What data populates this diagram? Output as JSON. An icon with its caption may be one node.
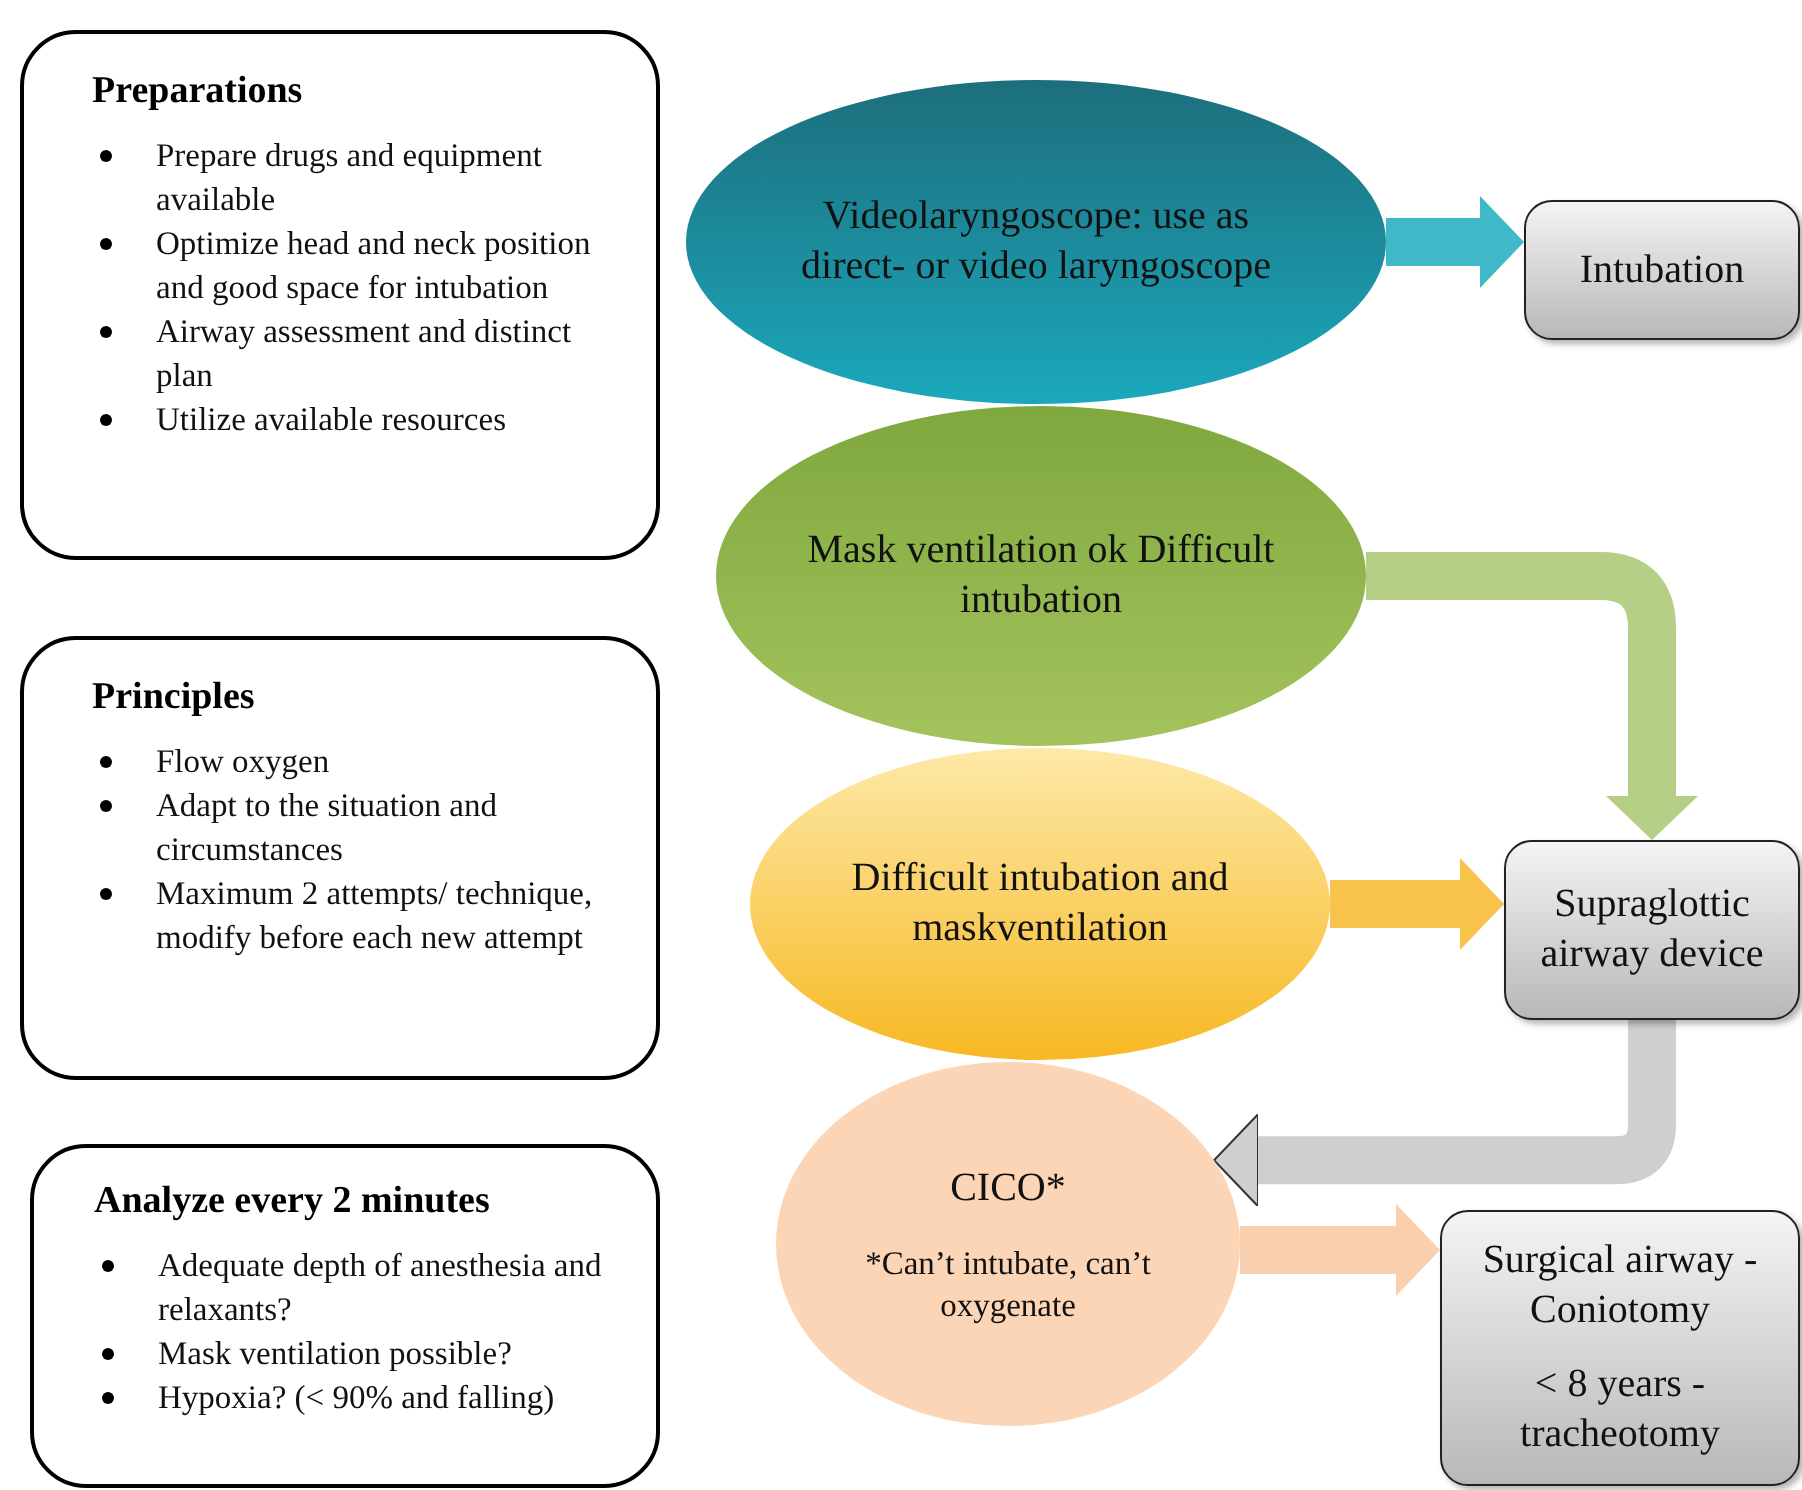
{
  "diagram": {
    "nodes": [
      {
        "text": [
          "Preparations",
          "Prepare drugs and equipment available",
          "Optimize head and neck position and good space for intubation",
          "Airway assessment and distinct plan",
          "Utilize available resources"
        ]
      },
      {
        "text": [
          "Principles",
          "Flow oxygen",
          "Adapt to the situation and circumstances",
          "Maximum 2 attempts/ technique, modify before each new attempt"
        ]
      },
      {
        "text": [
          "Analyze every 2 minutes",
          "Adequate depth of anesthesia and relaxants?",
          "Mask ventilation possible?",
          "Hypoxia? (< 90% and falling)"
        ]
      },
      {
        "text": [
          "Videolaryngoscope: use as direct- or video laryngoscope"
        ]
      },
      {
        "text": [
          "Intubation"
        ]
      },
      {
        "text": [
          "Mask ventilation ok Difficult intubation"
        ]
      },
      {
        "text": [
          "Difficult intubation and maskventilation"
        ]
      },
      {
        "text": [
          "Supraglottic airway device"
        ]
      },
      {
        "text": [
          "CICO*",
          "*Can’t intubate, can’t oxygenate"
        ]
      },
      {
        "text": [
          "Surgical airway -Coniotomy",
          "< 8 years -tracheotomy"
        ]
      }
    ],
    "edges": [
      {
        "from": 3,
        "to": 4,
        "arrow": "to",
        "color": "#3fb8c8"
      },
      {
        "from": 5,
        "to": 7,
        "arrow": "to",
        "color": "#b5cf86"
      },
      {
        "from": 6,
        "to": 7,
        "arrow": "to",
        "color": "#f8c34a"
      },
      {
        "from": 7,
        "to": 8,
        "arrow": "to",
        "color": "#cfcfcf"
      },
      {
        "from": 8,
        "to": 9,
        "arrow": "to",
        "color": "#f9cfae"
      }
    ]
  }
}
